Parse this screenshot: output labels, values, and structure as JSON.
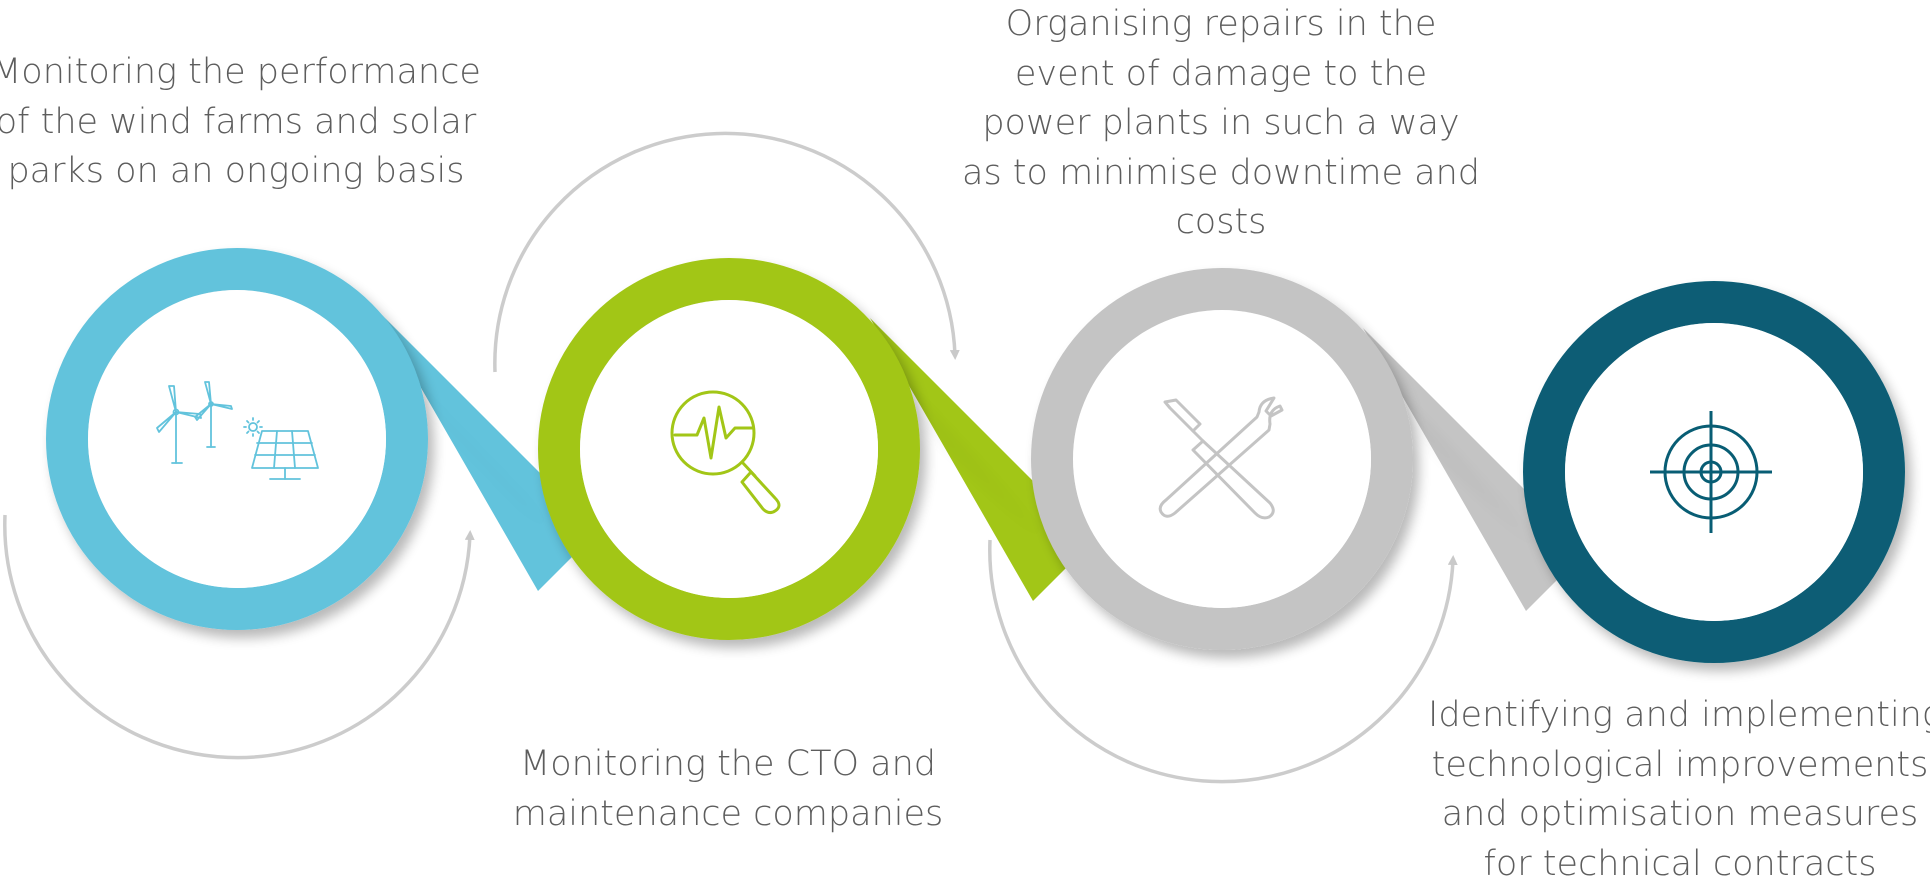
{
  "colors": {
    "step1": "#62c3dc",
    "step2": "#a2c617",
    "step3": "#c4c4c4",
    "step4": "#085d74",
    "arrows": "#c9c9c9",
    "text": "#5d5d5d"
  },
  "steps": [
    {
      "icon": "wind-turbines-solar-panel-icon",
      "caption_lines": [
        "Monitoring the performance",
        "of the wind farms and solar",
        "parks on an ongoing basis"
      ]
    },
    {
      "icon": "magnifier-heartbeat-icon",
      "caption_lines": [
        "Monitoring the CTO and",
        "maintenance companies"
      ]
    },
    {
      "icon": "wrench-screwdriver-icon",
      "caption_lines": [
        "Organising repairs in the",
        "event of damage to the",
        "power plants in such a way",
        "as to minimise downtime and",
        "costs"
      ]
    },
    {
      "icon": "target-crosshair-icon",
      "caption_lines": [
        "Identifying and implementing",
        "technological improvements",
        "and optimisation measures",
        "for technical contracts"
      ]
    }
  ]
}
